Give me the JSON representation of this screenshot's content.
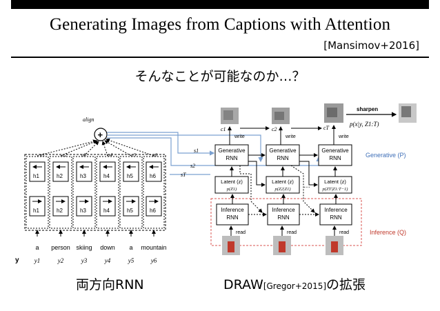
{
  "slide": {
    "title": "Generating Images from Captions with Attention",
    "citation": "[Mansimov+2016]",
    "question": "そんなことが可能なのか…？",
    "caption_left": "両方向RNN",
    "caption_right_main": "DRAW",
    "caption_right_cite": "[Gregor+2015]",
    "caption_right_tail": "の拡張"
  },
  "figure": {
    "align_label": "align",
    "plus": "+",
    "y_label": "y",
    "alphas": [
      "α1",
      "α2",
      "α3",
      "α4",
      "α5",
      "α6"
    ],
    "hiddens": [
      "h1",
      "h2",
      "h3",
      "h4",
      "h5",
      "h6"
    ],
    "words": [
      "a",
      "person",
      "skiing",
      "down",
      "a",
      "mountain"
    ],
    "y_subs": [
      "y1",
      "y2",
      "y3",
      "y4",
      "y5",
      "y6"
    ],
    "s_labels": [
      "s1",
      "s2",
      "sT"
    ],
    "canvas_labels": [
      "c1",
      "c2",
      "cT"
    ],
    "write_label": "write",
    "read_label": "read",
    "sharpen_label": "sharpen",
    "prob_label": "p(x|y, Z1:T)",
    "generative_box": "Generative",
    "inference_box": "Inference",
    "rnn_label": "RNN",
    "latent_box": "Latent (z)",
    "latent_exprs": [
      "p(Z1)",
      "p(Z2|Z1)",
      "p(ZT|Z1:T−1)"
    ],
    "dots": "…",
    "generative_section": "Generative (P)",
    "inference_section": "Inference (Q)",
    "colors": {
      "blue_arrow": "#7aa0d0",
      "generative_text": "#3f6fb8",
      "inference_text": "#c0392b",
      "dashed_red": "#d9534f"
    }
  }
}
